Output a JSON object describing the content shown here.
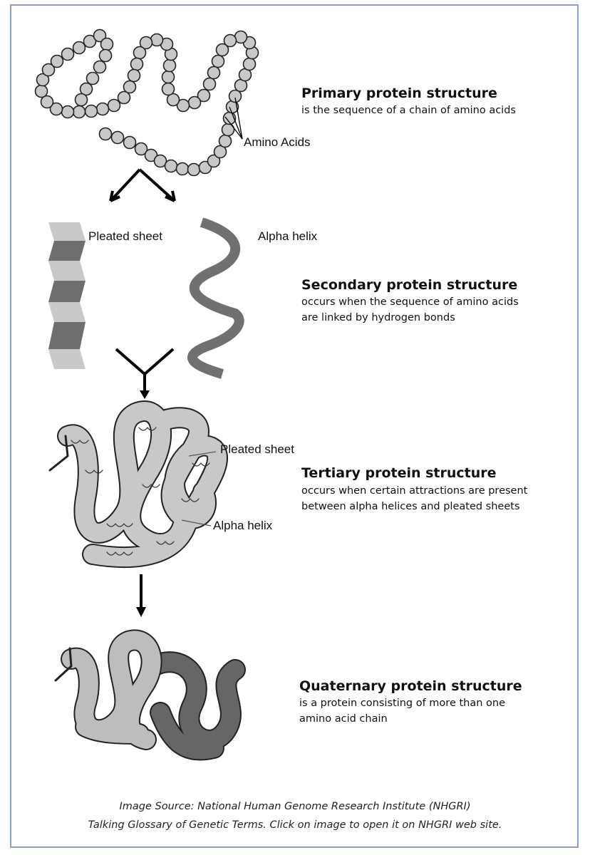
{
  "primary": {
    "title": "Primary protein structure",
    "description": "is the sequence of a chain of amino acids",
    "callout": "Amino Acids"
  },
  "secondary": {
    "title": "Secondary protein structure",
    "description_lines": [
      "occurs when the sequence of amino acids",
      "are linked by hydrogen bonds"
    ],
    "label_sheet": "Pleated sheet",
    "label_helix": "Alpha helix"
  },
  "tertiary": {
    "title": "Tertiary protein structure",
    "description_lines": [
      "occurs when certain attractions are present",
      "between alpha helices and pleated sheets"
    ],
    "label_sheet": "Pleated sheet",
    "label_helix": "Alpha helix"
  },
  "quaternary": {
    "title": "Quaternary protein structure",
    "description_lines": [
      "is a protein consisting of more than one",
      "amino acid chain"
    ]
  },
  "source": {
    "line1": "Image Source:  National Human Genome Research Institute (NHGRI)",
    "line2": "Talking Glossary of Genetic Terms.  Click on image to open it on NHGRI web site."
  },
  "colors": {
    "border": "#8da0bf",
    "bead_fill": "#c8c8c8",
    "sheet_light": "#c9c9c9",
    "sheet_dark": "#6e6e6e",
    "helix": "#707070",
    "chain_light": "#bdbdbd",
    "chain_dark": "#666666"
  }
}
